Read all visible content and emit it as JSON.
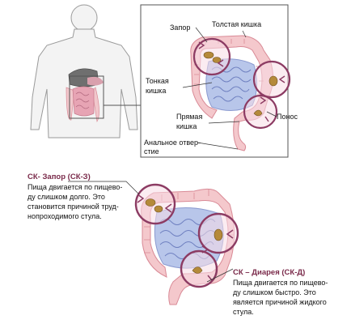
{
  "top_panel": {
    "label_constipation": "Запор",
    "label_colon": "Толстая кишка",
    "label_small_intestine_1": "Тонкая",
    "label_small_intestine_2": "кишка",
    "label_rectum_1": "Прямая",
    "label_rectum_2": "кишка",
    "label_diarrhea": "Понос",
    "label_anus_1": "Анальное отвер-",
    "label_anus_2": "стие"
  },
  "ibs_c": {
    "title": "СК- Запор (СК-З)",
    "line1": "Пища двигается по пищево-",
    "line2": "ду слишком долго. Это",
    "line3": "становится причиной труд-",
    "line4": "нопроходимого стула."
  },
  "ibs_d": {
    "title": "СК – Диарея (СК-Д)",
    "line1": "Пища двигается по пищево-",
    "line2": "ду слишком быстро. Это",
    "line3": "является причиной жидкого",
    "line4": "стула."
  },
  "colors": {
    "colon_fill": "#f4c8cc",
    "colon_stroke": "#d98a96",
    "small_intestine": "#b8c6ea",
    "small_intestine_stroke": "#8b9ad0",
    "highlight_circle": "#8c3b63",
    "highlight_fill": "#f7dce5",
    "heading_color": "#7a2a4a",
    "body_outline": "#9a9a9a"
  }
}
